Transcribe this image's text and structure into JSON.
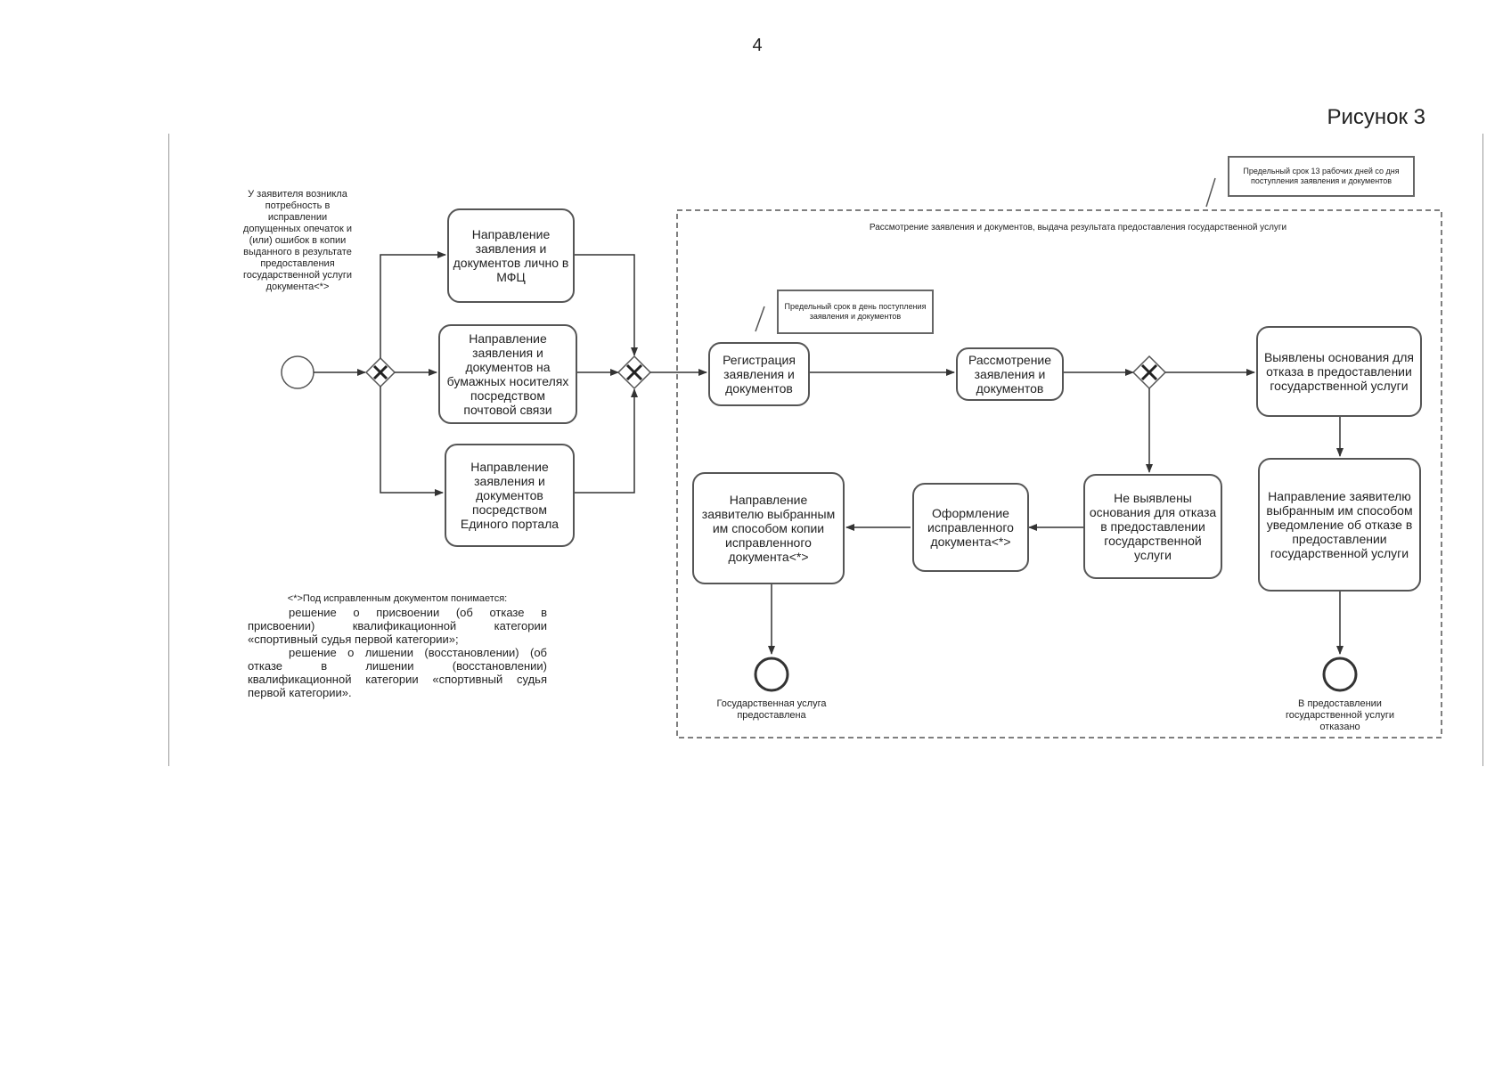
{
  "page": {
    "number": "4",
    "figure_label": "Рисунок 3"
  },
  "notes": {
    "review_deadline": "Предельный срок 13 рабочих дней со дня поступления заявления и документов",
    "registration_deadline": "Предельный срок в день поступления заявления и документов"
  },
  "pool": {
    "title": "Рассмотрение заявления и документов, выдача результата предоставления государственной услуги"
  },
  "start_event": {
    "label": "У заявителя возникла потребность в исправлении допущенных опечаток и (или) ошибок в копии выданного в результате предоставления государственной услуги документа<*>"
  },
  "tasks": {
    "in_person": "Направление заявления и документов лично в МФЦ",
    "by_mail": "Направление заявления и документов на бумажных носителях посредством почтовой связи",
    "via_portal": "Направление заявления и документов посредством Единого портала",
    "registration": "Регистрация заявления и документов",
    "review": "Рассмотрение заявления и документов",
    "grounds_found": "Выявлены основания для отказа в предоставлении государственной услуги",
    "grounds_not_found": "Не выявлены основания для отказа в предоставлении государственной услуги",
    "prepare_document": "Оформление исправленного документа<*>",
    "send_copy": "Направление заявителю выбранным им способом копии исправленного документа<*>",
    "send_refusal": "Направление заявителю выбранным им способом уведомление об отказе в предоставлении государственной услуги"
  },
  "end_events": {
    "service_provided": "Государственная услуга предоставлена",
    "service_refused": "В предоставлении государственной услуги отказано"
  },
  "footnote": {
    "intro": "<*>Под исправленным документом понимается:",
    "item1": "решение о присвоении (об отказе в присвоении) квалификационной категории «спортивный судья первой категории»;",
    "item2": "решение о лишении (восстановлении) (об отказе в лишении (восстановлении) квалификационной категории «спортивный судья первой категории»."
  }
}
